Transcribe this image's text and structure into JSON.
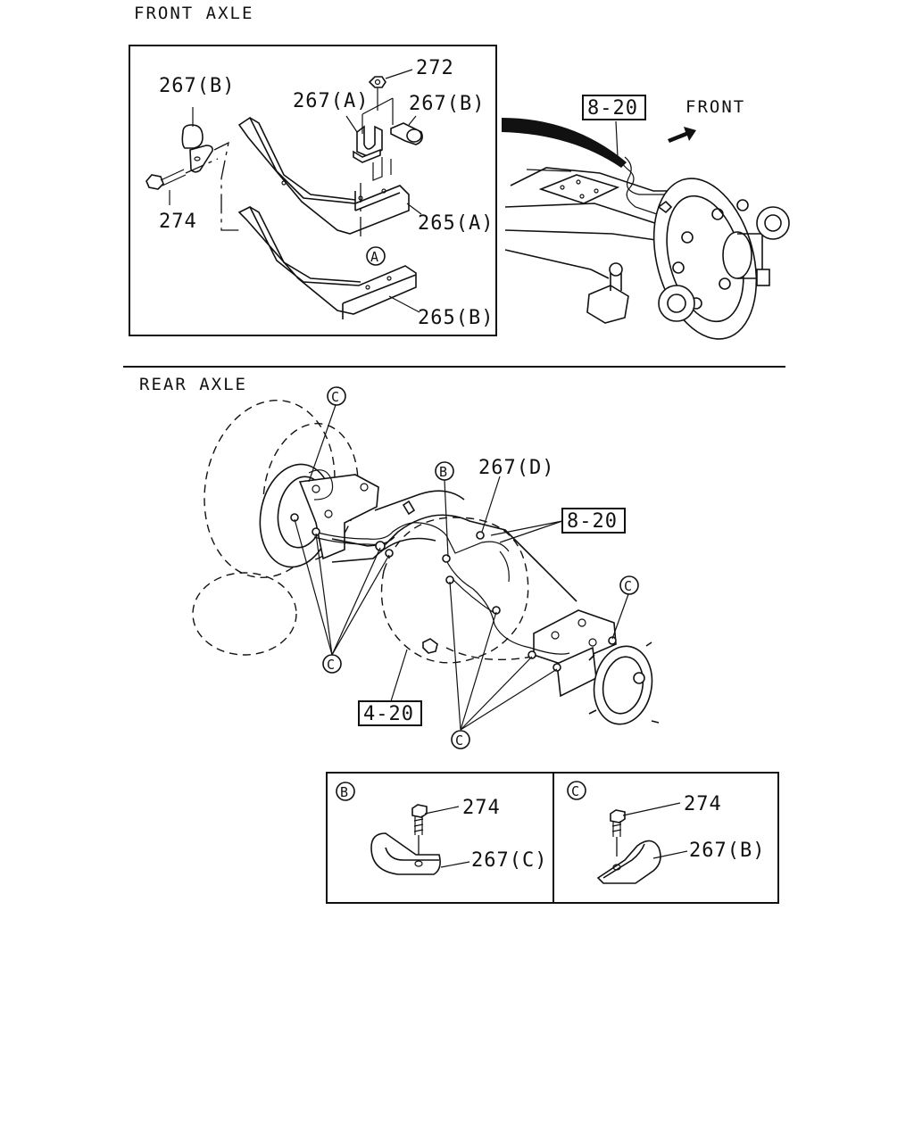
{
  "sections": {
    "front_title": "FRONT AXLE",
    "rear_title": "REAR AXLE"
  },
  "front_inset": {
    "labels": {
      "p267b_left": "267(B)",
      "p272": "272",
      "p267a": "267(A)",
      "p267b_right": "267(B)",
      "p274": "274",
      "p265a": "265(A)",
      "p265b": "265(B)",
      "marker_a": "A"
    }
  },
  "front_view": {
    "ref_box": "8-20",
    "direction_label": "FRONT"
  },
  "rear_view": {
    "markers": {
      "c_top": "C",
      "b_mid": "B",
      "c_right": "C",
      "c_left_bottom": "C",
      "c_center_bottom": "C"
    },
    "labels": {
      "p267d": "267(D)",
      "ref_box_820": "8-20",
      "ref_box_420": "4-20"
    }
  },
  "detail_b": {
    "marker": "B",
    "p274": "274",
    "p267c": "267(C)"
  },
  "detail_c": {
    "marker": "C",
    "p274": "274",
    "p267b": "267(B)"
  }
}
